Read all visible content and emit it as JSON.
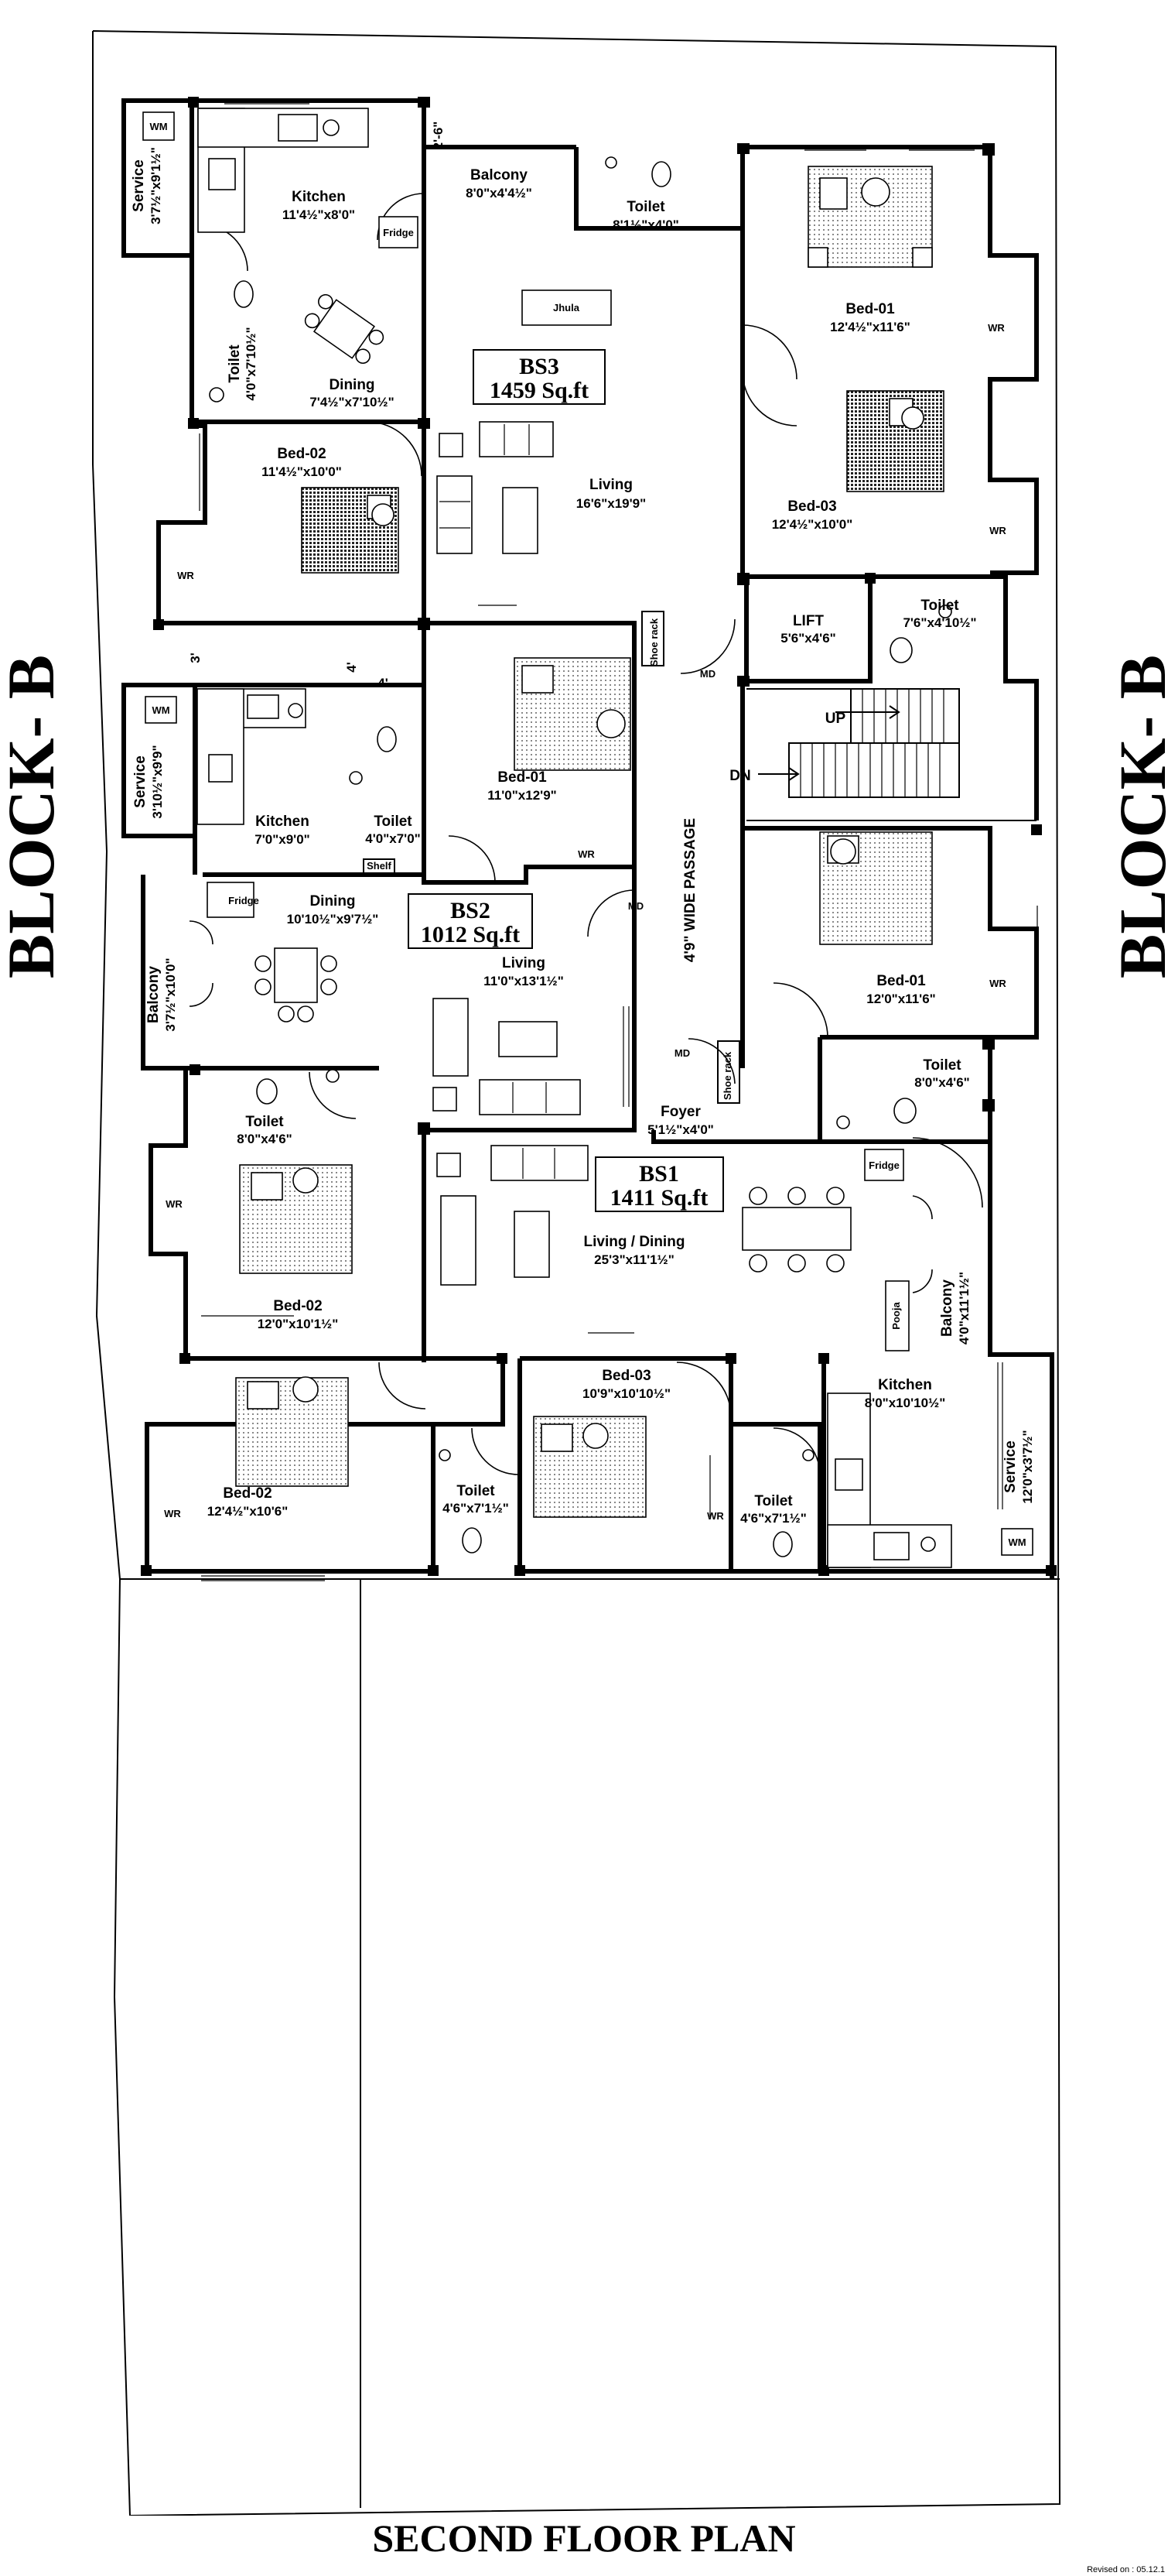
{
  "block_label_left": "BLOCK- B",
  "block_label_right": "BLOCK- B",
  "plan_title": "SECOND FLOOR PLAN",
  "revision_note": "Revised on : 05.12.1",
  "units": {
    "bs3": {
      "name": "BS3",
      "area": "1459 Sq.ft"
    },
    "bs2": {
      "name": "BS2",
      "area": "1012 Sq.ft"
    },
    "bs1": {
      "name": "BS1",
      "area": "1411 Sq.ft"
    }
  },
  "rooms": {
    "bs3_service": {
      "label": "Service",
      "size": "3'7½\"x9'1½\""
    },
    "bs3_kitchen": {
      "label": "Kitchen",
      "size": "11'4½\"x8'0\""
    },
    "bs3_balcony": {
      "label": "Balcony",
      "size": "8'0\"x4'4½\""
    },
    "bs3_toilet_top": {
      "label": "Toilet",
      "size": "8'1½\"x4'0\""
    },
    "bs3_bed01": {
      "label": "Bed-01",
      "size": "12'4½\"x11'6\""
    },
    "bs3_toilet_left": {
      "label": "Toilet",
      "size": "4'0\"x7'10½\""
    },
    "bs3_dining": {
      "label": "Dining",
      "size": "7'4½\"x7'10½\""
    },
    "bs3_bed02": {
      "label": "Bed-02",
      "size": "11'4½\"x10'0\""
    },
    "bs3_living": {
      "label": "Living",
      "size": "16'6\"x19'9\""
    },
    "bs3_bed03": {
      "label": "Bed-03",
      "size": "12'4½\"x10'0\""
    },
    "lift": {
      "label": "LIFT",
      "size": "5'6\"x4'6\""
    },
    "bs3_toilet_lift": {
      "label": "Toilet",
      "size": "7'6\"x4'10½\""
    },
    "bs2_service": {
      "label": "Service",
      "size": "3'10½\"x9'9\""
    },
    "bs2_kitchen": {
      "label": "Kitchen",
      "size": "7'0\"x9'0\""
    },
    "bs2_toilet_a": {
      "label": "Toilet",
      "size": "4'0\"x7'0\""
    },
    "bs2_bed01": {
      "label": "Bed-01",
      "size": "11'0\"x12'9\""
    },
    "bs2_dining": {
      "label": "Dining",
      "size": "10'10½\"x9'7½\""
    },
    "bs2_balcony": {
      "label": "Balcony",
      "size": "3'7½\"x10'0\""
    },
    "bs2_living": {
      "label": "Living",
      "size": "11'0\"x13'1½\""
    },
    "bs2_toilet_b": {
      "label": "Toilet",
      "size": "8'0\"x4'6\""
    },
    "bs2_bed02": {
      "label": "Bed-02",
      "size": "12'0\"x10'1½\""
    },
    "passage": {
      "label": "4'9\" WIDE PASSAGE"
    },
    "bs1_bed01": {
      "label": "Bed-01",
      "size": "12'0\"x11'6\""
    },
    "bs1_toilet_a": {
      "label": "Toilet",
      "size": "8'0\"x4'6\""
    },
    "foyer": {
      "label": "Foyer",
      "size": "5'1½\"x4'0\""
    },
    "bs1_living": {
      "label": "Living / Dining",
      "size": "25'3\"x11'1½\""
    },
    "bs1_balcony": {
      "label": "Balcony",
      "size": "4'0\"x11'1½\""
    },
    "bs1_bed02": {
      "label": "Bed-02",
      "size": "12'4½\"x10'6\""
    },
    "bs1_toilet_b": {
      "label": "Toilet",
      "size": "4'6\"x7'1½\""
    },
    "bs1_bed03": {
      "label": "Bed-03",
      "size": "10'9\"x10'10½\""
    },
    "bs1_toilet_c": {
      "label": "Toilet",
      "size": "4'6\"x7'1½\""
    },
    "bs1_kitchen": {
      "label": "Kitchen",
      "size": "8'0\"x10'10½\""
    },
    "bs1_service": {
      "label": "Service",
      "size": "12'0\"x3'7½\""
    }
  },
  "tags": {
    "wm": "WM",
    "wr": "WR",
    "fridge": "Fridge",
    "jhula": "Jhula",
    "md": "MD",
    "shoe_rack": "Shoe rack",
    "shelf": "Shelf",
    "pooja": "Pooja",
    "up": "UP",
    "dn": "DN"
  },
  "dimension_marks": {
    "balcony_gap": "2'-6\"",
    "gap_3": "3'",
    "gap_4a": "4'",
    "gap_4b": "4'"
  }
}
